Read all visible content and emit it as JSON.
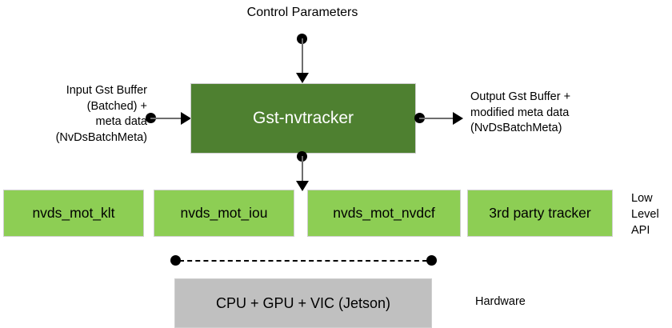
{
  "diagram": {
    "title": "Control Parameters",
    "main_block": {
      "label": "Gst-nvtracker",
      "color": "#4e8030",
      "text_color": "#ffffff"
    },
    "input_label": "Input Gst Buffer\n(Batched) +\nmeta data\n(NvDsBatchMeta)",
    "output_label": "Output Gst Buffer +\nmodified meta data\n(NvDsBatchMeta)",
    "low_level": {
      "side_label": "Low\nLevel\nAPI",
      "color": "#8dce54",
      "boxes": [
        {
          "label": "nvds_mot_klt"
        },
        {
          "label": "nvds_mot_iou"
        },
        {
          "label": "nvds_mot_nvdcf"
        },
        {
          "label": "3rd party tracker"
        }
      ]
    },
    "hardware": {
      "label": "CPU + GPU + VIC (Jetson)",
      "side_label": "Hardware",
      "color": "#c0c0c0"
    },
    "connectors": {
      "control_arrow": "arrow-down-icon",
      "input_arrow": "arrow-right-icon",
      "output_arrow": "arrow-right-icon",
      "lowlevel_arrow": "arrow-down-icon",
      "hardware_link": "dashed-line"
    }
  }
}
